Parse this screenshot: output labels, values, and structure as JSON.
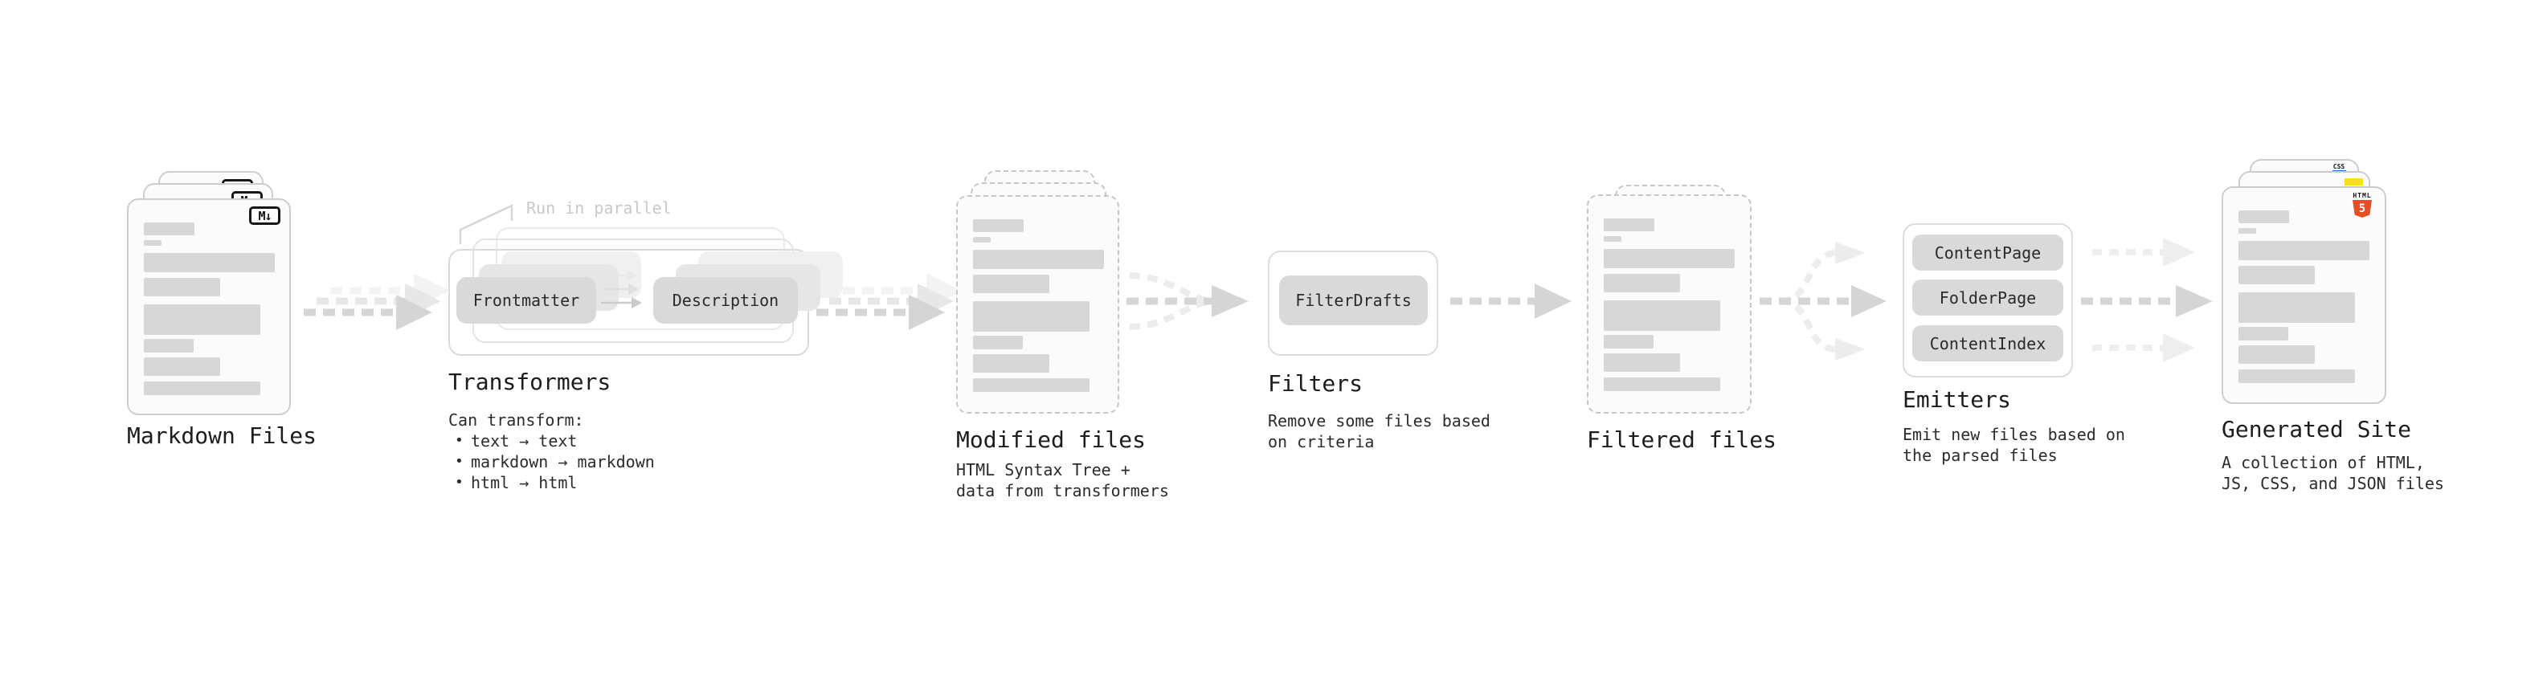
{
  "stages": {
    "markdown_files": {
      "label": "Markdown Files",
      "file_badge": "M↓"
    },
    "transformers": {
      "label": "Transformers",
      "note": "Run in parallel",
      "pills": [
        "Frontmatter",
        "Description"
      ],
      "desc_title": "Can transform:",
      "bullets": [
        "text → text",
        "markdown → markdown",
        "html → html"
      ]
    },
    "modified_files": {
      "label": "Modified files",
      "desc_lines": [
        "HTML Syntax Tree +",
        "data from transformers"
      ]
    },
    "filters": {
      "label": "Filters",
      "pills": [
        "FilterDrafts"
      ],
      "desc_lines": [
        "Remove some files based",
        "on criteria"
      ]
    },
    "filtered_files": {
      "label": "Filtered files"
    },
    "emitters": {
      "label": "Emitters",
      "pills": [
        "ContentPage",
        "FolderPage",
        "ContentIndex"
      ],
      "desc_lines": [
        "Emit new files based on",
        "the parsed files"
      ]
    },
    "generated_site": {
      "label": "Generated Site",
      "desc_lines": [
        "A collection of HTML,",
        "JS, CSS, and JSON files"
      ],
      "badges": {
        "css_label": "CSS",
        "html5_label": "HTML",
        "html5_number": "5"
      }
    }
  },
  "colors": {
    "html5_orange": "#e44d26",
    "js_yellow": "#f7df1e",
    "css_blue": "#2c63f2",
    "arrow_gray": "#d5d5d5"
  }
}
